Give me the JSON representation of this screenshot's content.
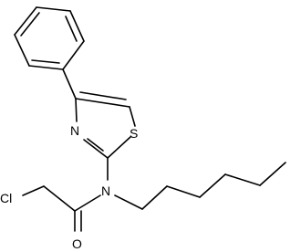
{
  "molecule": {
    "atoms": {
      "sulfur": "S",
      "ring_nitrogen": "N",
      "amide_nitrogen": "N",
      "chlorine": "Cl",
      "oxygen": "O"
    },
    "colors": {
      "bond": "#000000",
      "label": "#000000",
      "background": "#ffffff"
    }
  }
}
